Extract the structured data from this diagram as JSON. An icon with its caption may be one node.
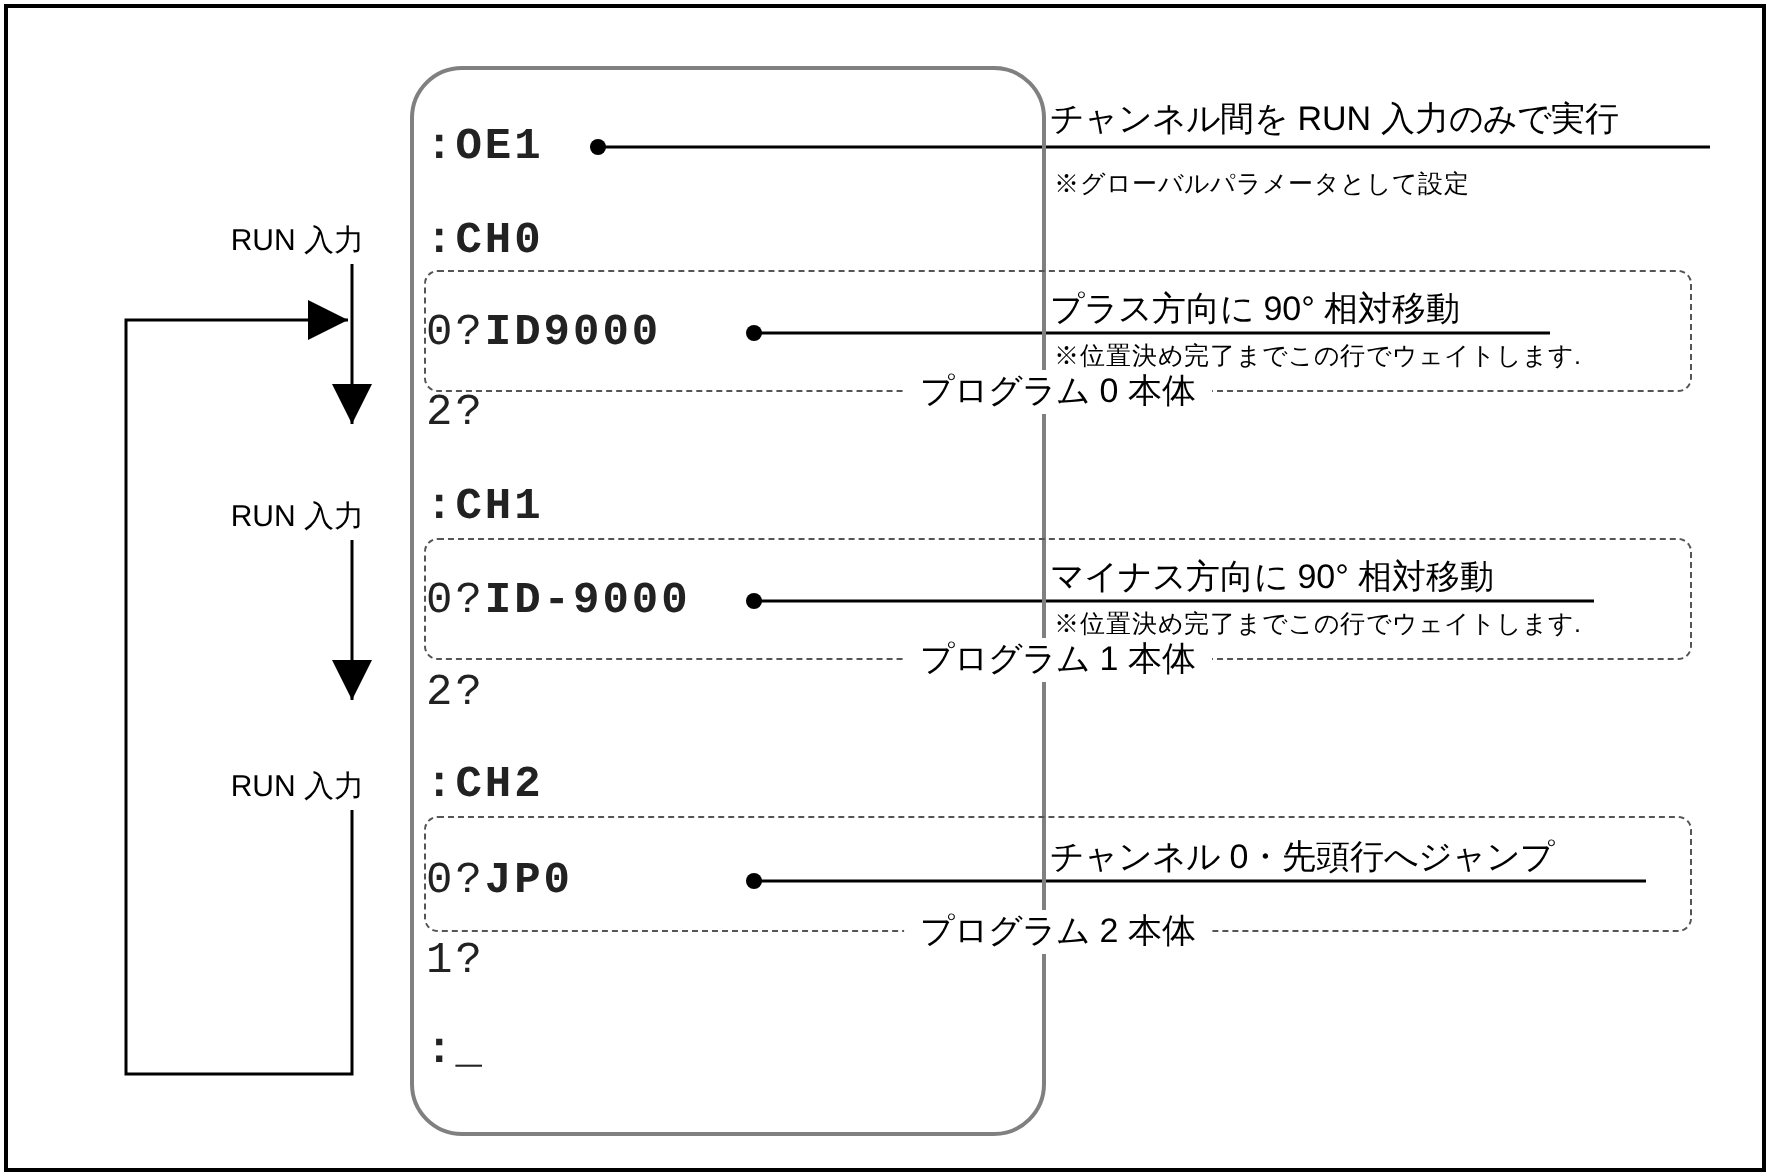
{
  "diagram": {
    "nodes": [
      {
        "text": [],
        "shape": "box"
      },
      {
        "text": [
          ":OE1"
        ],
        "in": 0
      },
      {
        "text": [
          "チャンネル間を RUN 入力のみで実行"
        ]
      },
      {
        "text": [
          "RUN 入力"
        ]
      },
      {
        "text": [
          ":CH0"
        ],
        "in": 0
      },
      {
        "text": [
          "プログラム 0 本体"
        ]
      },
      {
        "text": [
          "0?**ID9000**"
        ]
      },
      {
        "text": [
          "プラス方向に 90° 相対移動"
        ],
        "in": 5
      },
      {
        "text": [
          "2?"
        ],
        "in": 0
      },
      {
        "text": [
          "RUN 入力"
        ]
      },
      {
        "text": [
          ":CH1"
        ],
        "in": 0
      },
      {
        "text": [
          "プログラム 1 本体"
        ]
      },
      {
        "text": [
          "0?**ID-9000**"
        ]
      },
      {
        "text": [
          "マイナス方向に 90° 相対移動"
        ],
        "in": 11
      },
      {
        "text": [
          "2?"
        ],
        "in": 0
      },
      {
        "text": [
          "RUN 入力"
        ]
      },
      {
        "text": [
          ":CH2"
        ],
        "in": 0
      },
      {
        "text": [
          "プログラム 2 本体"
        ]
      },
      {
        "text": [
          "0?**JP0**"
        ]
      },
      {
        "text": [
          "チャンネル 0・先頭行へジャンプ"
        ],
        "in": 17
      },
      {
        "text": [
          "1?"
        ],
        "in": 0
      },
      {
        "text": [
          ":_"
        ],
        "in": 0
      }
    ],
    "edges": [
      {
        "from": 1,
        "to": 2,
        "arrow": "other"
      },
      {
        "from": 6,
        "to": 7,
        "arrow": "other"
      },
      {
        "from": 12,
        "to": 13,
        "arrow": "other"
      },
      {
        "from": 18,
        "to": 19,
        "arrow": "other"
      },
      {
        "from": 3,
        "to": null,
        "arrow": "to"
      },
      {
        "from": 9,
        "to": 15,
        "arrow": "to"
      },
      {
        "from": 15,
        "to": 3,
        "arrow": "to"
      }
    ],
    "labels": [
      "※グローバルパラメータとして設定",
      "※位置決め完了までこの行でウェイトします.",
      "※位置決め完了までこの行でウェイトします."
    ]
  }
}
